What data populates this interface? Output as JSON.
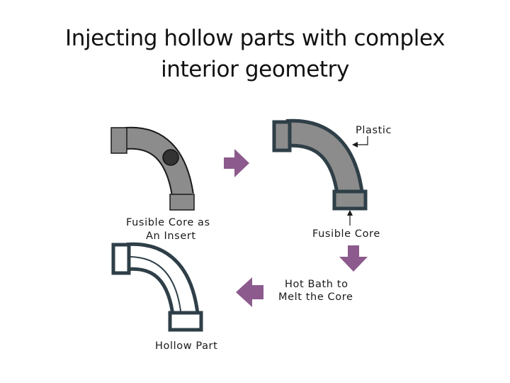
{
  "slide": {
    "title_line1": "Injecting hollow parts with complex",
    "title_line2": "interior geometry"
  },
  "diagram": {
    "step1_label_line1": "Fusible Core as",
    "step1_label_line2": "An Insert",
    "step2_label_plastic": "Plastic",
    "step2_label_core": "Fusible Core",
    "step3_label_line1": "Hot Bath to",
    "step3_label_line2": "Melt the Core",
    "step4_label": "Hollow Part"
  },
  "colors": {
    "core_gray": "#8c8c8c",
    "plastic_outline": "#2f3f48",
    "arrow_purple": "#8c5a8c",
    "text": "#1a1a1a"
  }
}
